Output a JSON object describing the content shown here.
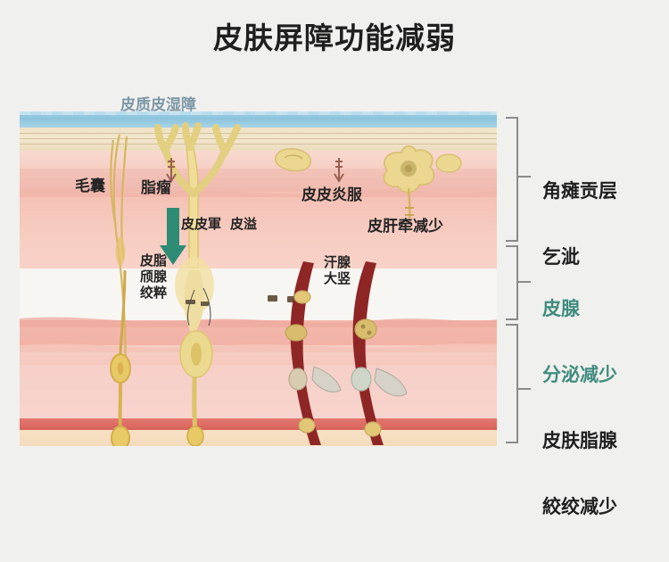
{
  "page": {
    "title": "皮肤屏障功能减弱",
    "background": "#f0f0ee"
  },
  "diagram": {
    "top_label": "皮质皮湿障",
    "labels": {
      "follicle": "毛囊",
      "sebum_tumor": "脂瘤",
      "mid_left": "皮皮軍",
      "mid_right": "皮溢",
      "derm_inflam": "皮皮炎服",
      "derm_reduce": "皮肝牵减少",
      "sebaceous_line1": "皮脂",
      "sebaceous_line2": "颀腺",
      "sebaceous_line3": "绞粹",
      "sweat_line1": "汗腺",
      "sweat_line2": "大竖"
    }
  },
  "annotations": [
    {
      "id": "stratum-corneum",
      "line1": "角瘫贡层",
      "line2": "乞泚",
      "color": "#1f1f1f"
    },
    {
      "id": "sebaceous-secretion",
      "line1": "皮腺",
      "line2": "分泌减少",
      "color": "#3f8c7e"
    },
    {
      "id": "skin-sebaceous",
      "line1": "皮肤脂腺",
      "line2": "絞绞减少",
      "color": "#1f1f1f"
    }
  ],
  "colors": {
    "water": "#8cc3dc",
    "corneum": "#efe2c6",
    "epidermis": "#f3c3b9",
    "dermis": "#f7cdc2",
    "vessel": "#d8625c",
    "fat": "#f3dbbc",
    "hair": "#d9b85e",
    "gland": "#e8c75f",
    "sweat": "#9e2b2b",
    "teal": "#3f8c7e",
    "arrow_green": "#2e8b74"
  }
}
